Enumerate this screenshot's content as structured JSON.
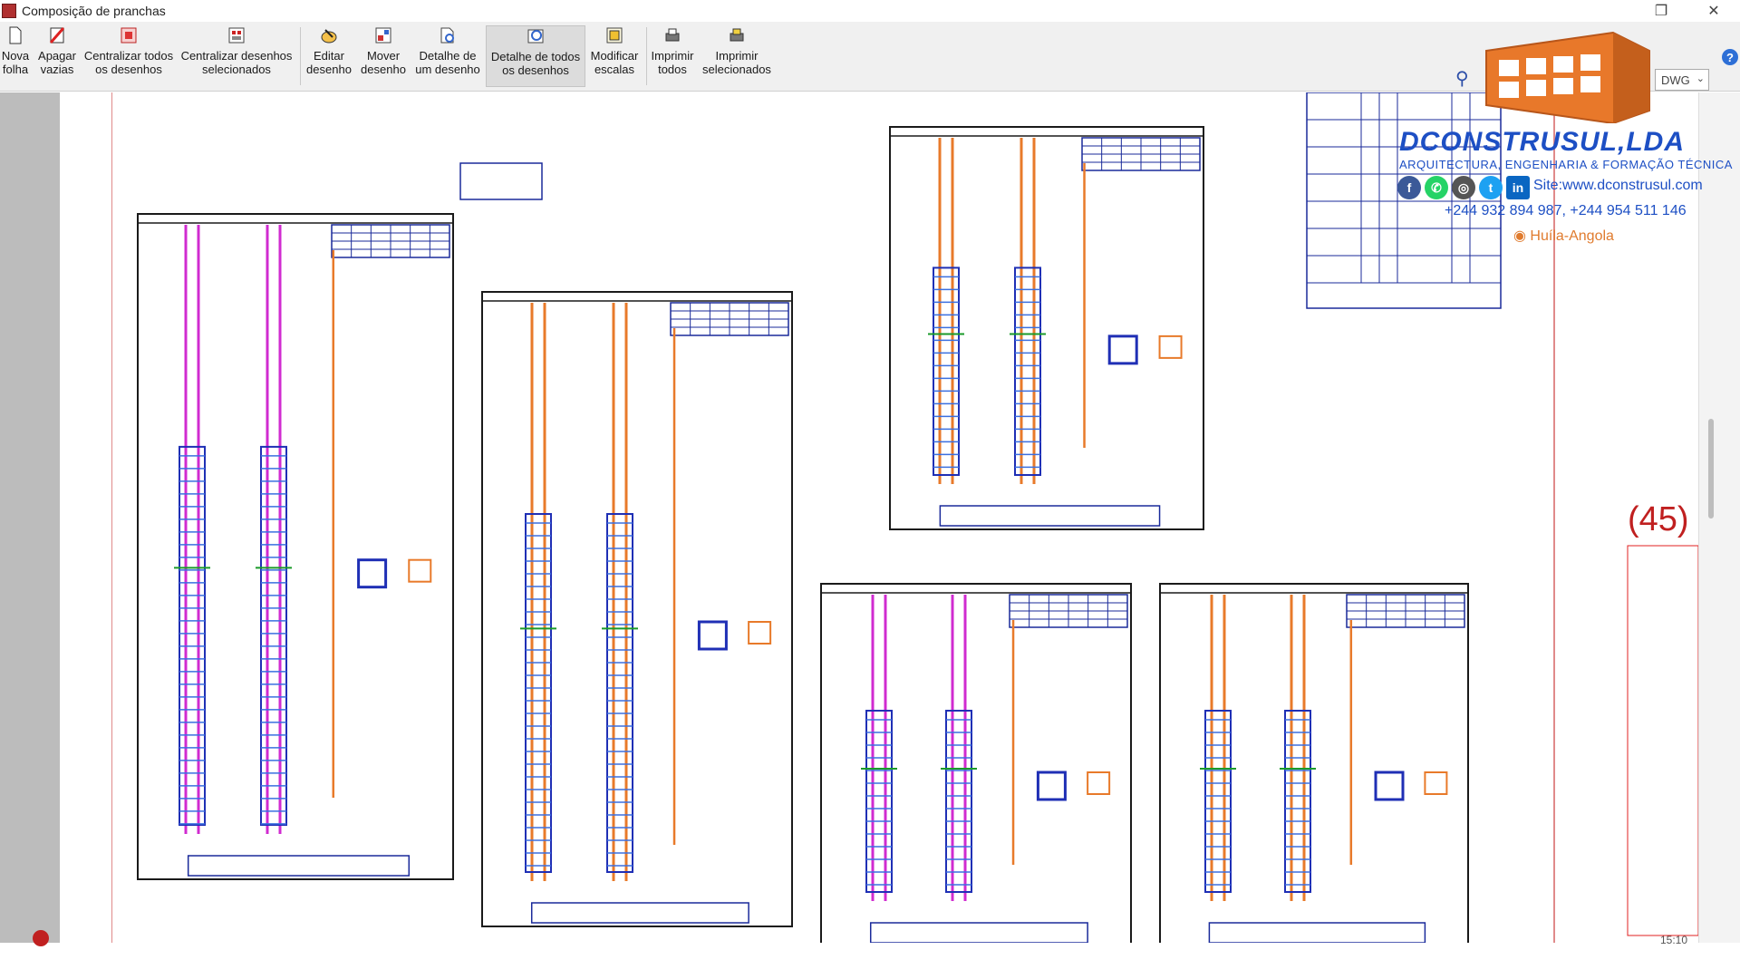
{
  "window": {
    "title": "Composição de pranchas",
    "restore_icon": "restore-icon",
    "close_icon": "close-icon"
  },
  "toolbar": {
    "buttons": [
      {
        "line1": "Nova",
        "line2": "folha",
        "icon": "new-sheet-icon"
      },
      {
        "line1": "Apagar",
        "line2": "vazias",
        "icon": "delete-empty-icon"
      },
      {
        "line1": "Centralizar todos",
        "line2": "os desenhos",
        "icon": "center-all-icon"
      },
      {
        "line1": "Centralizar desenhos",
        "line2": "selecionados",
        "icon": "center-selected-icon"
      },
      {
        "line1": "Editar",
        "line2": "desenho",
        "icon": "edit-drawing-icon"
      },
      {
        "line1": "Mover",
        "line2": "desenho",
        "icon": "move-drawing-icon"
      },
      {
        "line1": "Detalhe de",
        "line2": "um desenho",
        "icon": "detail-one-icon"
      },
      {
        "line1": "Detalhe de todos",
        "line2": "os desenhos",
        "icon": "detail-all-icon"
      },
      {
        "line1": "Modificar",
        "line2": "escalas",
        "icon": "modify-scales-icon"
      },
      {
        "line1": "Imprimir",
        "line2": "todos",
        "icon": "print-all-icon"
      },
      {
        "line1": "Imprimir",
        "line2": "selecionados",
        "icon": "print-selected-icon"
      }
    ],
    "format_select": "DWG",
    "help_label": "?"
  },
  "canvas": {
    "sheet_label": "(45)",
    "status_time": "15:10"
  },
  "watermark": {
    "brand": "DCONSTRUSUL,LDA",
    "tagline": "ARQUITECTURA, ENGENHARIA & FORMAÇÃO TÉCNICA",
    "site": "Site:www.dconstrusul.com",
    "phones": "+244 932 894 987, +244 954 511 146",
    "location": "Huíla-Angola",
    "socials": [
      {
        "name": "facebook-icon",
        "glyph": "f",
        "color": "#3b5998"
      },
      {
        "name": "whatsapp-icon",
        "glyph": "✆",
        "color": "#25d366"
      },
      {
        "name": "instagram-icon",
        "glyph": "◎",
        "color": "#555555"
      },
      {
        "name": "twitter-icon",
        "glyph": "t",
        "color": "#1da1f2"
      },
      {
        "name": "linkedin-icon",
        "glyph": "in",
        "color": "#0a66c2"
      }
    ],
    "colors": {
      "brand": "#1d4fc4",
      "accent": "#e07b2e"
    }
  },
  "colors": {
    "frame": "#1a1a1a",
    "rebar_orange": "#e87a2a",
    "rebar_magenta": "#d02bd0",
    "rebar_blue": "#1f2fb5",
    "stirrup": "#3a6fe0",
    "green": "#1a9a2a",
    "red": "#e02020",
    "table": "#1a2a9a"
  }
}
